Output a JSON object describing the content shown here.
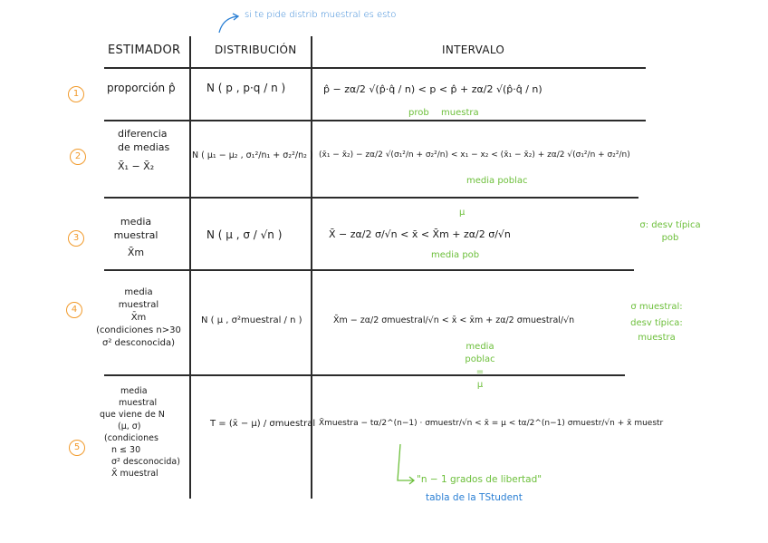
{
  "top_annotation": "si te pide distrib muestral es esto",
  "headers": {
    "estimador": "ESTIMADOR",
    "distribucion": "DISTRIBUCIÓN",
    "intervalo": "INTERVALO"
  },
  "rows": [
    {
      "number": "1",
      "estimador": "proporción p̂",
      "distribucion": "N ( p , p·q / n )",
      "intervalo": "p̂ − zα/2 √(p̂·q̂ / n)  < p < p̂ + zα/2 √(p̂·q̂ / n)",
      "notes": [
        "prob",
        "muestra"
      ]
    },
    {
      "number": "2",
      "estimador": [
        "diferencia",
        "de medias",
        "X̄₁ − X̄₂"
      ],
      "distribucion": "N ( μ₁ − μ₂ , σ₁²/n₁ + σ₂²/n₂ )",
      "intervalo": "(x̄₁ − x̄₂) − zα/2 √(σ₁²/n + σ₂²/n) < x₁ − x₂ < (x̄₁ − x̄₂) + zα/2 √(σ₁²/n + σ₂²/n)",
      "notes": [
        "media poblac"
      ]
    },
    {
      "number": "3",
      "estimador": [
        "media",
        "muestral",
        "X̄m"
      ],
      "distribucion": "N ( μ , σ / √n )",
      "intervalo": "X̄ − zα/2 σ/√n  < x̄ < X̄m + zα/2 σ/√n",
      "notes": [
        "μ",
        "media pob"
      ],
      "side_note": [
        "σ: desv típica",
        "pob"
      ]
    },
    {
      "number": "4",
      "estimador": [
        "media",
        "muestral",
        "X̄m",
        "(condiciones n>30",
        "σ² desconocida)"
      ],
      "distribucion": "N ( μ , σ²muestral / n )",
      "intervalo": "X̄m − zα/2 σmuestral/√n < x̄ < x̄m + zα/2 σmuestral/√n",
      "notes": [
        "media poblac",
        "=",
        "μ"
      ],
      "side_note": [
        "σ muestral:",
        "desv típica:",
        "muestra"
      ]
    },
    {
      "number": "5",
      "estimador": [
        "media",
        "muestral",
        "que viene de N",
        "(μ, σ)",
        "(condiciones",
        "n ≤ 30",
        "σ² desconocida)",
        "X̄ muestral"
      ],
      "distribucion": "T = (x̄ − μ) / σmuestral",
      "intervalo": "X̄muestra − tα/2^(n−1) · σmuestr/√n < x̄ = μ < tα/2^(n−1) σmuestr/√n + x̄ muestr",
      "notes": [
        "\"n − 1 grados de libertad\"",
        "tabla de la TStudent"
      ]
    }
  ]
}
